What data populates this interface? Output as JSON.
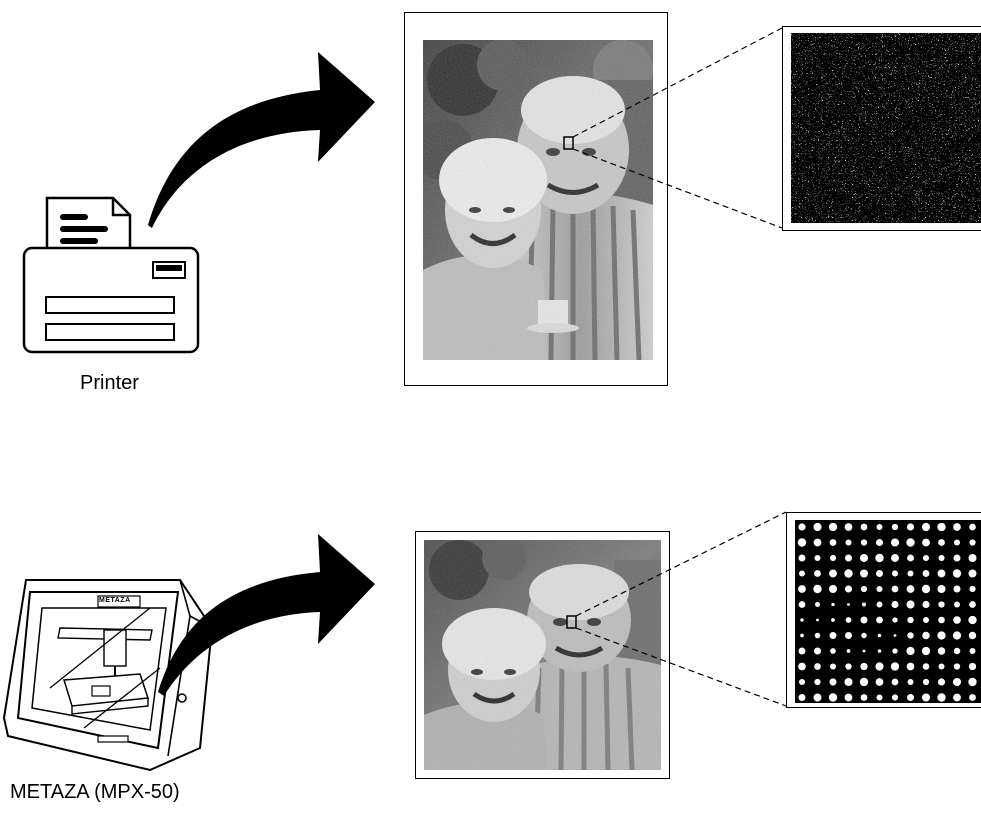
{
  "printer": {
    "label": "Printer"
  },
  "metaza": {
    "label": "METAZA (MPX-50)",
    "brand_plate": "METAZA"
  },
  "colors": {
    "ink": "#000000",
    "paper": "#ffffff",
    "photo_dark": "#2b2b2b",
    "photo_mid": "#8c8c8c",
    "photo_light": "#d8d8d8"
  },
  "icons": {
    "printer": "printer-icon",
    "engraver": "engraving-machine-icon",
    "arrow": "curved-arrow-icon",
    "photo": "photo-print-image",
    "dither": "dither-pattern-zoom",
    "dots": "dot-pattern-zoom"
  }
}
